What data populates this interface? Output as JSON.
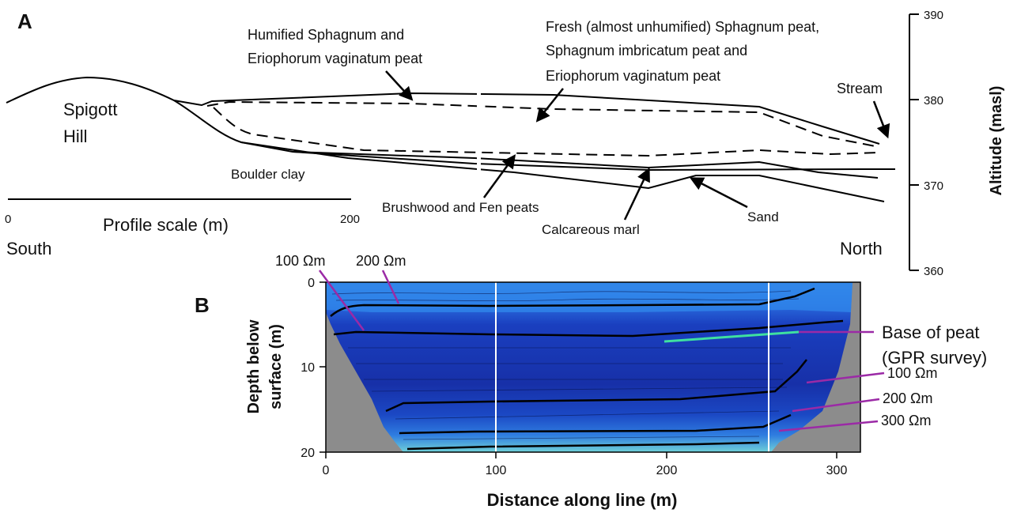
{
  "panel_a": {
    "letter": "A",
    "hill_label_1": "Spigott",
    "hill_label_2": "Hill",
    "boulder_clay": "Boulder clay",
    "humified_1": "Humified Sphagnum and",
    "humified_2": "Eriophorum vaginatum peat",
    "fresh_1": "Fresh (almost unhumified) Sphagnum peat,",
    "fresh_2": "Sphagnum imbricatum peat and",
    "fresh_3": "Eriophorum vaginatum peat",
    "stream": "Stream",
    "brushwood": "Brushwood and Fen peats",
    "marl": "Calcareous marl",
    "sand": "Sand",
    "south": "South",
    "north": "North",
    "profile_scale": "Profile scale (m)",
    "scale_ticks": [
      "0",
      "200"
    ],
    "altitude_label": "Altitude (masl)",
    "altitude_ticks": [
      "390",
      "380",
      "370",
      "360"
    ]
  },
  "panel_b": {
    "letter": "B",
    "y_label_1": "Depth below",
    "y_label_2": "surface (m)",
    "x_label": "Distance along line (m)",
    "x_ticks": [
      "0",
      "100",
      "200",
      "300"
    ],
    "y_ticks": [
      "0",
      "10",
      "20"
    ],
    "ann_100_top": "100 Ωm",
    "ann_200_top": "200 Ωm",
    "base_peat_1": "Base of peat",
    "base_peat_2": "(GPR survey)",
    "ann_100_right": "100 Ωm",
    "ann_200_right": "200 Ωm",
    "ann_300_right": "300 Ωm"
  },
  "colors": {
    "contour_dark": "#0a1a7a",
    "contour_mid": "#1e4fd0",
    "contour_light": "#2f8be8",
    "no_data": "#8c8c8c",
    "annotation_line": "#9b2aa6",
    "gpr_line": "#3fe0a0"
  },
  "chart_data": {
    "type": "heatmap",
    "xlabel": "Distance along line (m)",
    "ylabel": "Depth below surface (m)",
    "xlim": [
      0,
      310
    ],
    "ylim": [
      20,
      0
    ],
    "x_ticks": [
      0,
      100,
      200,
      300
    ],
    "y_ticks": [
      0,
      10,
      20
    ]
  }
}
